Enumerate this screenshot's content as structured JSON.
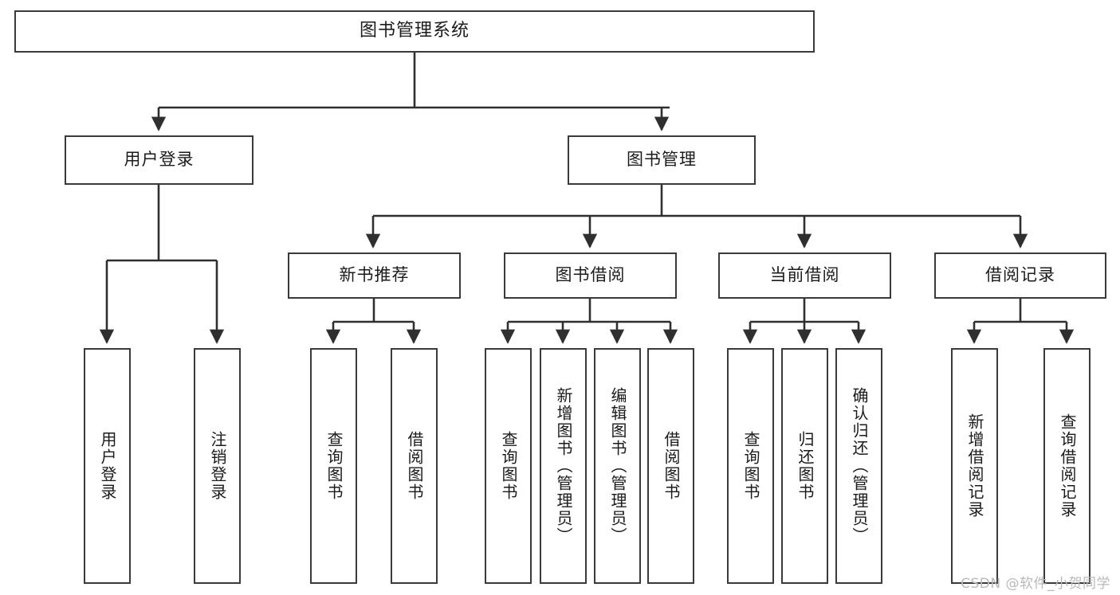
{
  "diagram": {
    "title": "图书管理系统",
    "type": "hierarchy-tree",
    "watermark": "CSDN @软件_小贺同学",
    "colors": {
      "box_border": "#3a3a3a",
      "box_fill": "#ffffff",
      "line": "#2f2f2f",
      "text": "#1b1b1b",
      "watermark": "#b9b9b9",
      "background": "#ffffff"
    },
    "root": {
      "label": "图书管理系统"
    },
    "level2": [
      {
        "label": "用户登录"
      },
      {
        "label": "图书管理"
      }
    ],
    "level3": [
      {
        "label": "新书推荐"
      },
      {
        "label": "图书借阅"
      },
      {
        "label": "当前借阅"
      },
      {
        "label": "借阅记录"
      }
    ],
    "leaves": {
      "user_login": [
        {
          "label": "用户登录"
        },
        {
          "label": "注销登录"
        }
      ],
      "new_book": [
        {
          "label": "查询图书"
        },
        {
          "label": "借阅图书"
        }
      ],
      "book_borrow": [
        {
          "label": "查询图书"
        },
        {
          "label": "新增图书（管理员）"
        },
        {
          "label": "编辑图书（管理员）"
        },
        {
          "label": "借阅图书"
        }
      ],
      "current_borrow": [
        {
          "label": "查询图书"
        },
        {
          "label": "归还图书"
        },
        {
          "label": "确认归还（管理员）"
        }
      ],
      "borrow_record": [
        {
          "label": "新增借阅记录"
        },
        {
          "label": "查询借阅记录"
        }
      ]
    }
  }
}
